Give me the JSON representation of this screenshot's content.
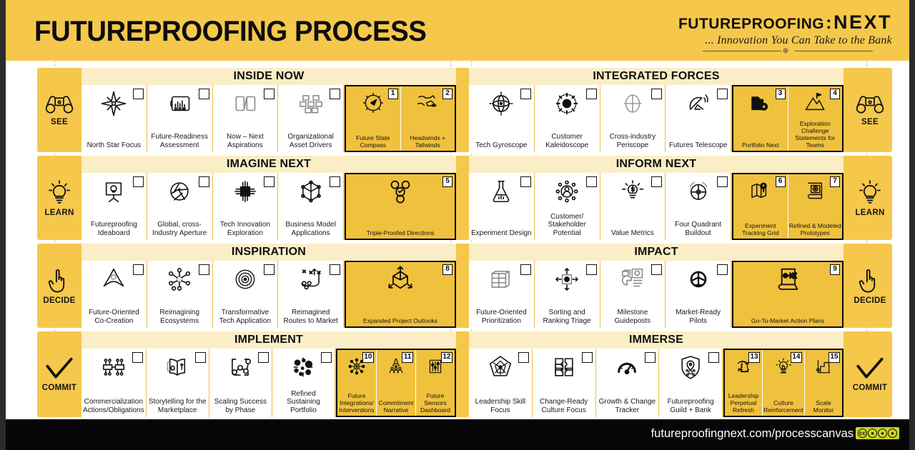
{
  "header": {
    "title": "FUTUREPROOFING PROCESS",
    "logo_main_left": "FUTUREPROOFING",
    "logo_colon": ":",
    "logo_main_right": "NEXT",
    "logo_tagline": "... Innovation You Can Take to the Bank",
    "logo_rule_glyph": "⊕"
  },
  "footer": {
    "url": "futureproofingnext.com/processcanvas",
    "license_badge": [
      "cc",
      "by",
      "nc",
      "sa"
    ]
  },
  "colors": {
    "brand_gold": "#f5c84c",
    "band_cream": "#fbeec6",
    "tool_gold": "#f0c13c",
    "divider_gold": "#f0bf3f",
    "ink": "#0b0b0b",
    "footer_bg": "#060606",
    "page_bg": "#2b2b2b"
  },
  "rows": [
    {
      "endcap_label": "SEE",
      "endcap_icon": "binoculars-icon",
      "left": {
        "band_title": "INSIDE NOW",
        "cells": [
          {
            "label": "North Star Focus",
            "icon": "compass-rose-icon"
          },
          {
            "label": "Future-Readiness Assessment",
            "icon": "tablet-chart-icon"
          },
          {
            "label": "Now – Next Aspirations",
            "icon": "two-panels-icon"
          },
          {
            "label": "Organizational Asset Drivers",
            "icon": "blocks-grid-icon"
          }
        ],
        "tools": [
          {
            "number": "1",
            "label": "Future State Compass",
            "icon": "compass-icon"
          },
          {
            "number": "2",
            "label": "Headwinds + Tailwinds",
            "icon": "wind-planes-icon"
          }
        ]
      },
      "right": {
        "band_title": "INTEGRATED FORCES",
        "cells": [
          {
            "label": "Tech Gyroscope",
            "icon": "gyroscope-icon"
          },
          {
            "label": "Customer Kaleidoscope",
            "icon": "kaleidoscope-icon"
          },
          {
            "label": "Cross-industry Periscope",
            "icon": "periscope-crosshair-icon"
          },
          {
            "label": "Futures Telescope",
            "icon": "satellite-dish-icon"
          }
        ],
        "tools": [
          {
            "number": "3",
            "label": "Portfolio Next",
            "icon": "folder-gear-icon"
          },
          {
            "number": "4",
            "label": "Exploration Challenge Statements for Teams",
            "icon": "mountain-flag-icon"
          }
        ]
      }
    },
    {
      "endcap_label": "LEARN",
      "endcap_icon": "lightbulb-icon",
      "left": {
        "band_title": "IMAGINE NEXT",
        "cells": [
          {
            "label": "Futureproofing Ideaboard",
            "icon": "easel-bulb-icon"
          },
          {
            "label": "Global, cross-Industry Aperture",
            "icon": "aperture-icon"
          },
          {
            "label": "Tech Innovation Exploration",
            "icon": "chip-icon"
          },
          {
            "label": "Business Model Applications",
            "icon": "network-cube-icon"
          }
        ],
        "tools": [
          {
            "number": "5",
            "label": "Triple-Proofed Directions",
            "icon": "three-medals-icon"
          }
        ]
      },
      "right": {
        "band_title": "INFORM NEXT",
        "cells": [
          {
            "label": "Experiment Design",
            "icon": "flask-icon"
          },
          {
            "label": "Customer/ Stakeholder Potential",
            "icon": "stakeholder-network-icon"
          },
          {
            "label": "Value Metrics",
            "icon": "bulb-dollar-icon"
          },
          {
            "label": "Four Quadrant Buildout",
            "icon": "quadrant-target-icon"
          }
        ],
        "tools": [
          {
            "number": "6",
            "label": "Experiment Tracking Grid",
            "icon": "map-pin-icon"
          },
          {
            "number": "7",
            "label": "Refined & Modeled Prototypes",
            "icon": "blueprint-gear-icon"
          }
        ]
      }
    },
    {
      "endcap_label": "DECIDE",
      "endcap_icon": "pointing-hand-icon",
      "left": {
        "band_title": "INSPIRATION",
        "cells": [
          {
            "label": "Future-Oriented Co-Creation",
            "icon": "insignia-icon"
          },
          {
            "label": "Reimagining Ecosystems",
            "icon": "ecosystem-nodes-icon"
          },
          {
            "label": "Transformative Tech Application",
            "icon": "fingerprint-icon"
          },
          {
            "label": "Reimagined Routes to Market",
            "icon": "route-path-icon"
          }
        ],
        "tools": [
          {
            "number": "8",
            "label": "Expanded Project Outlooks",
            "icon": "expand-arrows-cube-icon"
          }
        ]
      },
      "right": {
        "band_title": "IMPACT",
        "cells": [
          {
            "label": "Future-Oriented Prioritization",
            "icon": "stacked-table-icon"
          },
          {
            "label": "Sorting and Ranking Triage",
            "icon": "four-arrows-icon"
          },
          {
            "label": "Milestone Guideposts",
            "icon": "dashboard-charts-icon"
          },
          {
            "label": "Market-Ready Pilots",
            "icon": "airplane-circle-icon"
          }
        ],
        "tools": [
          {
            "number": "9",
            "label": "Go-To-Market Action Plans",
            "icon": "plan-document-icon"
          }
        ]
      }
    },
    {
      "endcap_label": "COMMIT",
      "endcap_icon": "checkmark-icon",
      "left": {
        "band_title": "IMPLEMENT",
        "cells": [
          {
            "label": "Commercialization Actions/Obligations",
            "icon": "handshake-modules-icon"
          },
          {
            "label": "Storytelling for the Marketplace",
            "icon": "open-book-icon"
          },
          {
            "label": "Scaling Success by Phase",
            "icon": "scaling-nodes-icon"
          },
          {
            "label": "Refined Sustaining Portfolio",
            "icon": "dot-cluster-icon"
          }
        ],
        "tools": [
          {
            "number": "10",
            "label": "Future Integrations/ Interventions",
            "icon": "integration-hub-icon"
          },
          {
            "number": "11",
            "label": "Commitment Narrative",
            "icon": "crowd-rocket-icon"
          },
          {
            "number": "12",
            "label": "Future Sensors Dashboard",
            "icon": "sliders-icon"
          }
        ]
      },
      "right": {
        "band_title": "IMMERSE",
        "cells": [
          {
            "label": "Leadership Skill Focus",
            "icon": "pentagon-radar-icon"
          },
          {
            "label": "Change-Ready Culture Focus",
            "icon": "puzzle-icon"
          },
          {
            "label": "Growth & Change Tracker",
            "icon": "gauge-icon"
          },
          {
            "label": "Futureproofing Guild + Bank",
            "icon": "shield-pin-icon"
          }
        ],
        "tools": [
          {
            "number": "13",
            "label": "Leadership Perpetual Refresh",
            "icon": "refresh-cycle-icon"
          },
          {
            "number": "14",
            "label": "Culture Reinforcement",
            "icon": "bulb-hand-icon"
          },
          {
            "number": "15",
            "label": "Scale Monitor",
            "icon": "scale-chart-icon"
          }
        ]
      }
    }
  ]
}
